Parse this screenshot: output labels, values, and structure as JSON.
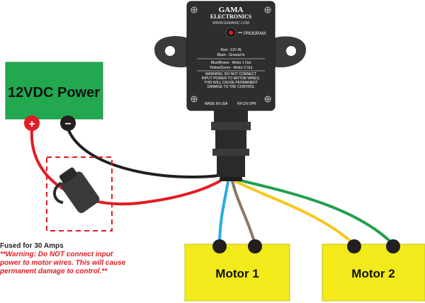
{
  "power": {
    "label": "12VDC Power",
    "positive_symbol": "+",
    "negative_symbol": "−"
  },
  "controller": {
    "brand_line1": "GAMA",
    "brand_line2": "ELECTRONICS",
    "website": "WWW.GAMAINC.COM",
    "program_label": "PROGRAM",
    "red_wire": "Red - 12V IN",
    "black_wire": "Black - Ground In",
    "motor1_wires": "Blue/Brown - Motor 1 Out",
    "motor2_wires": "Yellow/Green - Motor 2 Out",
    "warning_lines": [
      "WARNING: DO NOT CONNECT",
      "INPUT POWER TO MOTOR WIRES.",
      "THIS WILL CAUSE PERMANENT",
      "DAMAGE TO THE CONTROL"
    ],
    "made_in": "MADE IN USA",
    "model": "RF12V-2PR"
  },
  "motors": [
    {
      "label": "Motor 1"
    },
    {
      "label": "Motor 2"
    }
  ],
  "fuse_note": {
    "title": "Fused for 30 Amps",
    "warning_lines": [
      "**Warning: Do NOT connect input",
      "power to motor wires. This will cause",
      "permanent damage to control.**"
    ]
  },
  "colors": {
    "power_box": "#22a94f",
    "motor_box": "#f2ea1b",
    "wire_red": "#e31b23",
    "wire_black": "#231f20",
    "wire_blue": "#29abe2",
    "wire_brown": "#8b7765",
    "wire_yellow": "#f7c71e",
    "wire_green": "#21a04a",
    "fuse_box": "#e31b23",
    "controller": "#2e2e2e"
  }
}
